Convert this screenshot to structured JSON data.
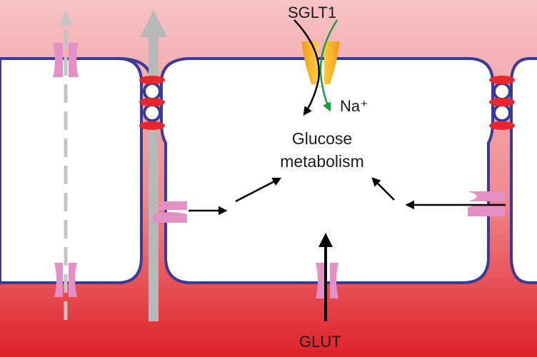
{
  "labels": {
    "sglt1": "SGLT1",
    "sodium": "Na⁺",
    "glucose_metabolism_line1": "Glucose",
    "glucose_metabolism_line2": "metabolism",
    "glut": "GLUT"
  },
  "colors": {
    "background_top": "#f6b9bb",
    "background_bottom": "#e02a30",
    "membrane": "#3a3a99",
    "tight_junction": "#e8262c",
    "transporter": "#e48fc6",
    "sglt1_transporter": "#f7c531",
    "paracellular_arrow": "#b5b5b5",
    "sodium_arrow": "#1a9a3f",
    "glucose_arrow": "#000000"
  }
}
